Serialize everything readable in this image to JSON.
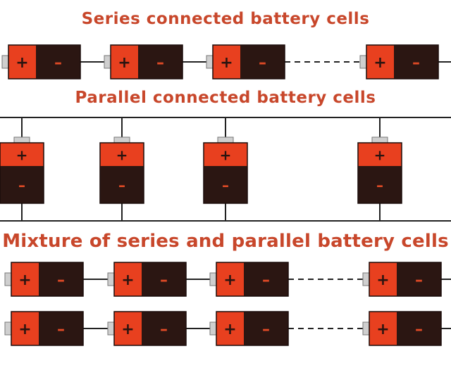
{
  "titles": {
    "series": "Series connected battery cells",
    "parallel": "Parallel connected battery cells",
    "mixture": "Mixture of series and parallel battery cells"
  },
  "symbols": {
    "positive": "+",
    "negative": "–"
  },
  "colors": {
    "title": "#c8472b",
    "cell_positive": "#e8401f",
    "cell_negative": "#2b1612",
    "terminal": "#cfcfcf",
    "wire": "#222222"
  }
}
